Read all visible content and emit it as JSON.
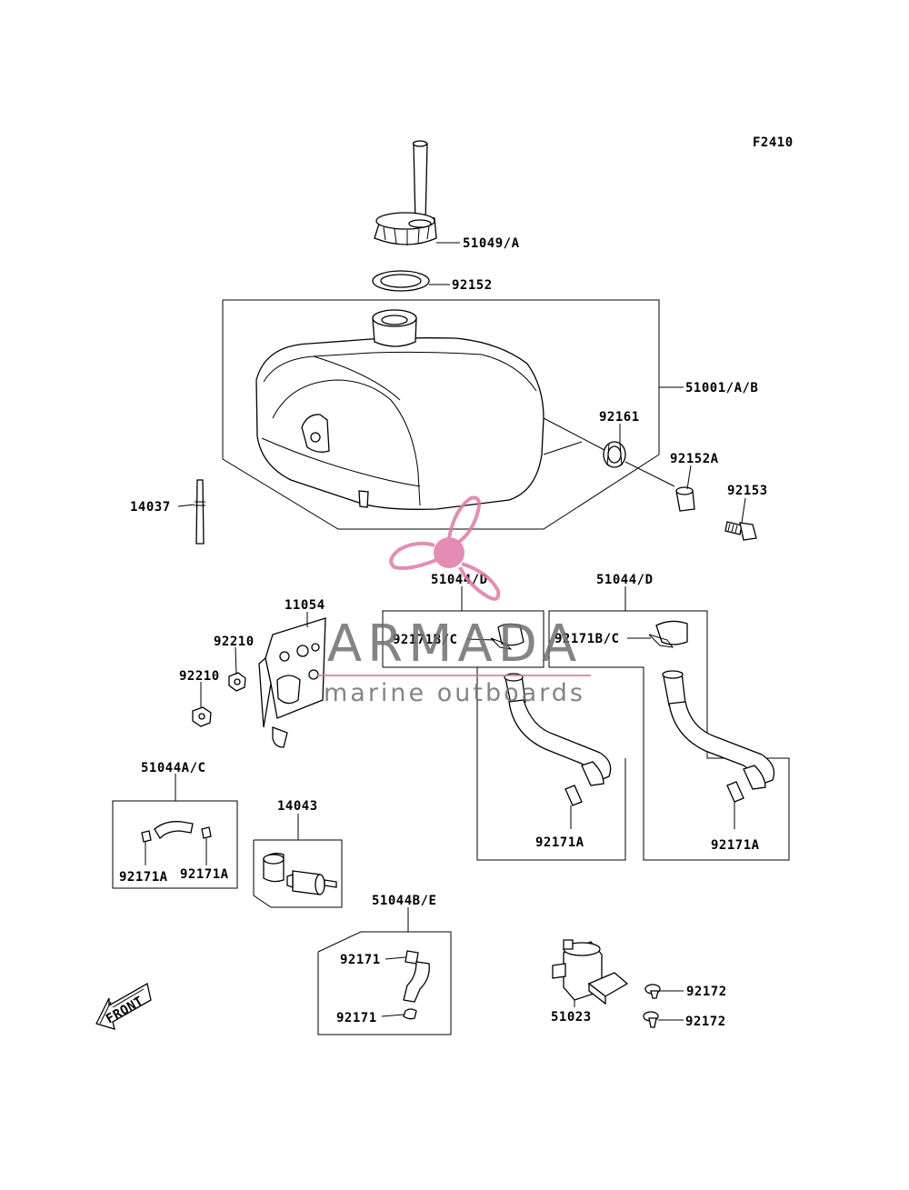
{
  "figure_code": "F2410",
  "labels": {
    "cap": "51049/A",
    "cap_gasket": "92152",
    "tank": "51001/A/B",
    "grommet": "92161",
    "collar": "92152A",
    "bolt": "92153",
    "tube_14037": "14037",
    "bracket": "11054",
    "nut_upper": "92210",
    "nut_lower": "92210",
    "hose_set_1": "51044/D",
    "hose_set_2": "51044/D",
    "clamp_b1": "92171B/C",
    "clamp_b2": "92171B/C",
    "clamp_a1": "92171A",
    "clamp_a2": "92171A",
    "hose_ac": "51044A/C",
    "clamp_ac_left": "92171A",
    "clamp_ac_right": "92171A",
    "filter": "14043",
    "hose_be": "51044B/E",
    "clamp_be_top": "92171",
    "clamp_be_bottom": "92171",
    "cock": "51023",
    "screw_top": "92172",
    "screw_bottom": "92172",
    "front": "FRONT"
  },
  "watermark": {
    "title": "ARMADA",
    "subtitle": "marine outboards",
    "color": "#e07aa8",
    "text_color": "#6f6f6f"
  }
}
